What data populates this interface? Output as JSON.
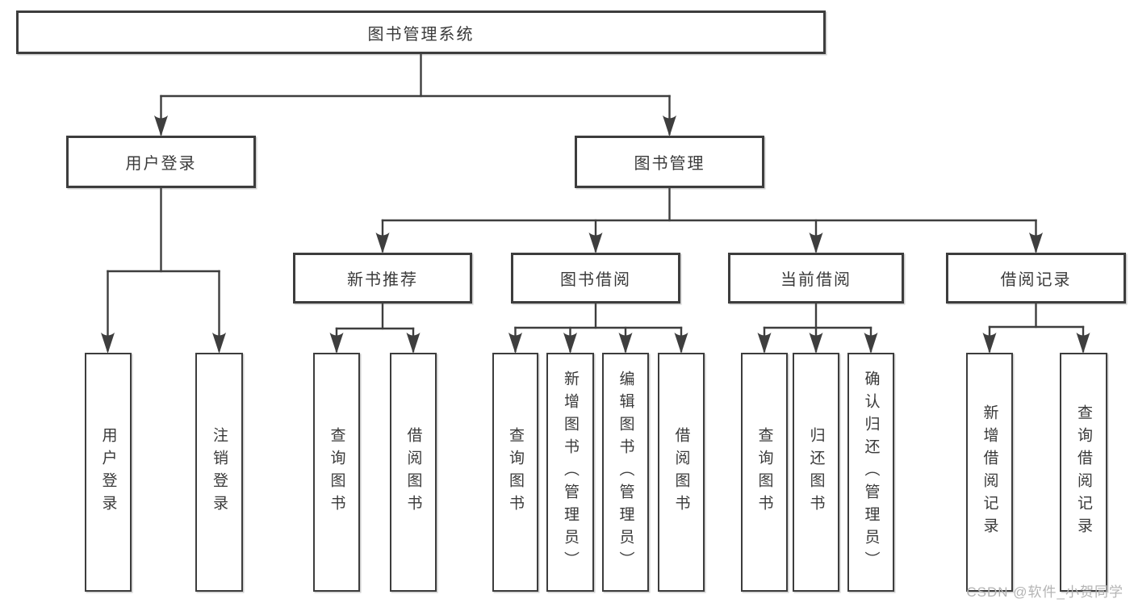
{
  "diagram_type": "function-structure-tree",
  "colors": {
    "line": "#3e3e3e",
    "text": "#3a3a3a",
    "box_background": "#ffffff",
    "page_background": "#ffffff",
    "watermark": "#b4b4b4"
  },
  "tree": {
    "root": {
      "label": "图书管理系统"
    },
    "branches": [
      {
        "label": "用户登录",
        "children": [
          {
            "label": "用户登录"
          },
          {
            "label": "注销登录"
          }
        ]
      },
      {
        "label": "图书管理",
        "children": [
          {
            "label": "新书推荐",
            "children": [
              {
                "label": "查询图书"
              },
              {
                "label": "借阅图书"
              }
            ]
          },
          {
            "label": "图书借阅",
            "children": [
              {
                "label": "查询图书"
              },
              {
                "label": "新增图书（管理员）"
              },
              {
                "label": "编辑图书（管理员）"
              },
              {
                "label": "借阅图书"
              }
            ]
          },
          {
            "label": "当前借阅",
            "children": [
              {
                "label": "查询图书"
              },
              {
                "label": "归还图书"
              },
              {
                "label": "确认归还（管理员）"
              }
            ]
          },
          {
            "label": "借阅记录",
            "children": [
              {
                "label": "新增借阅记录"
              },
              {
                "label": "查询借阅记录"
              }
            ]
          }
        ]
      }
    ]
  },
  "watermark": {
    "text": "CSDN @软件_小贺同学"
  }
}
